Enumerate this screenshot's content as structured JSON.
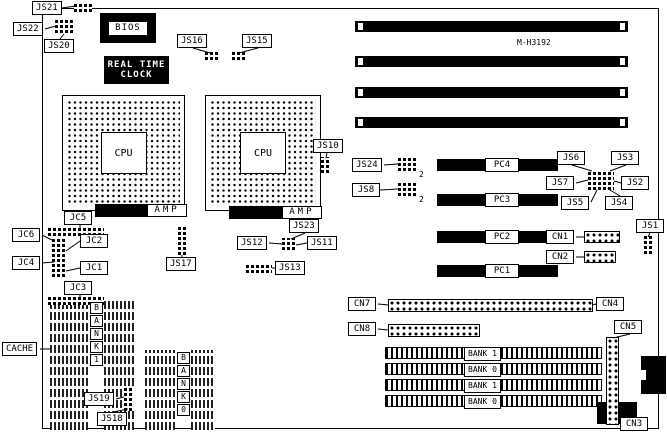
{
  "model": "M-H3192",
  "chips": {
    "bios": "BIOS",
    "rtc_line1": "REAL TIME",
    "rtc_line2": "CLOCK",
    "cpu": "CPU",
    "amp": "AMP",
    "cache": "CACHE"
  },
  "jumpers": {
    "js1": "JS1",
    "js2": "JS2",
    "js3": "JS3",
    "js4": "JS4",
    "js5": "JS5",
    "js6": "JS6",
    "js7": "JS7",
    "js8": "JS8",
    "js10": "JS10",
    "js11": "JS11",
    "js12": "JS12",
    "js13": "JS13",
    "js15": "JS15",
    "js16": "JS16",
    "js17": "JS17",
    "js18": "JS18",
    "js19": "JS19",
    "js20": "JS20",
    "js21": "JS21",
    "js22": "JS22",
    "js23": "JS23",
    "js24": "JS24",
    "pin2": "2"
  },
  "connectors": {
    "jc1": "JC1",
    "jc2": "JC2",
    "jc3": "JC3",
    "jc4": "JC4",
    "jc5": "JC5",
    "jc6": "JC6",
    "cn1": "CN1",
    "cn2": "CN2",
    "cn3": "CN3",
    "cn4": "CN4",
    "cn5": "CN5",
    "cn7": "CN7",
    "cn8": "CN8"
  },
  "slots": {
    "pci": [
      "PC4",
      "PC3",
      "PC2",
      "PC1"
    ],
    "simm_banks": [
      "BANK 1",
      "BANK 0",
      "BANK 1",
      "BANK 0"
    ]
  },
  "cache": {
    "left_letters": [
      "B",
      "A",
      "N",
      "K",
      "1"
    ],
    "right_letters": [
      "B",
      "A",
      "N",
      "K",
      "0"
    ]
  }
}
